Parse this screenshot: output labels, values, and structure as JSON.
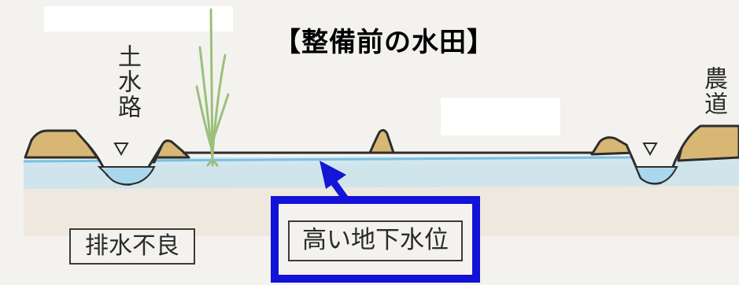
{
  "title": "【整備前の水田】",
  "labels": {
    "drainage_channel": "土水路",
    "farm_road": "農道",
    "poor_drainage": "排水不良",
    "high_groundwater": "高い地下水位"
  },
  "colors": {
    "soil_ridge": "#d8b774",
    "water": "#a9d8ee",
    "water_table_band": "#c6e3f0",
    "ground": "#e8dfd0",
    "arrow": "#1515d6",
    "highlight_frame": "#1212d8",
    "plant": "#9ac07a"
  },
  "icons": [
    "water-level-triangle-icon",
    "rice-plant-icon",
    "arrow-up-icon"
  ]
}
